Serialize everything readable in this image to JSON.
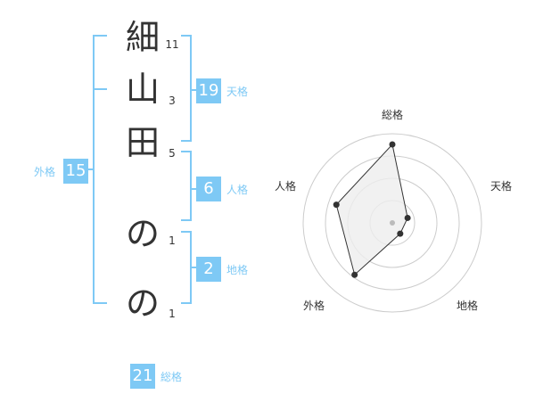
{
  "name": {
    "chars": [
      "細",
      "山",
      "田",
      "の",
      "の"
    ],
    "strokes": [
      "11",
      "3",
      "5",
      "1",
      "1"
    ]
  },
  "fortune": {
    "tenkaku": {
      "label": "天格",
      "value": "19"
    },
    "jinkaku": {
      "label": "人格",
      "value": "6"
    },
    "chikaku": {
      "label": "地格",
      "value": "2"
    },
    "gaikaku": {
      "label": "外格",
      "value": "15"
    },
    "soukaku": {
      "label": "総格",
      "value": "21"
    }
  },
  "radar": {
    "axes": [
      "総格",
      "天格",
      "地格",
      "外格",
      "人格"
    ],
    "values": [
      0.88,
      0.18,
      0.15,
      0.72,
      0.66
    ],
    "rings": 4,
    "colors": {
      "fill": "#eeeeee",
      "line": "#333333",
      "grid": "#cccccc",
      "center": "#bbbbbb"
    }
  },
  "colors": {
    "accent": "#7ec9f5",
    "text": "#333333"
  }
}
